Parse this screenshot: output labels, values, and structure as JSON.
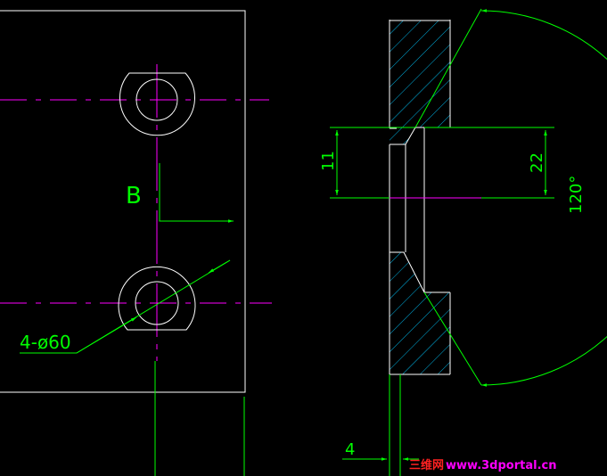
{
  "drawing": {
    "view_label": "B",
    "hole_callout": "4-ø60",
    "dim_11": "11",
    "dim_22": "22",
    "dim_angle": "120°",
    "dim_4": "4"
  },
  "watermark": {
    "brand": "三维网",
    "url": "www.3dportal.cn"
  },
  "colors": {
    "background": "#000000",
    "outline": "#ffffff",
    "centerline": "#ff00ff",
    "dimension": "#00ff00",
    "hatch": "#00b4e6",
    "watermark_brand": "#ff2222",
    "watermark_url": "#ff00ff"
  }
}
